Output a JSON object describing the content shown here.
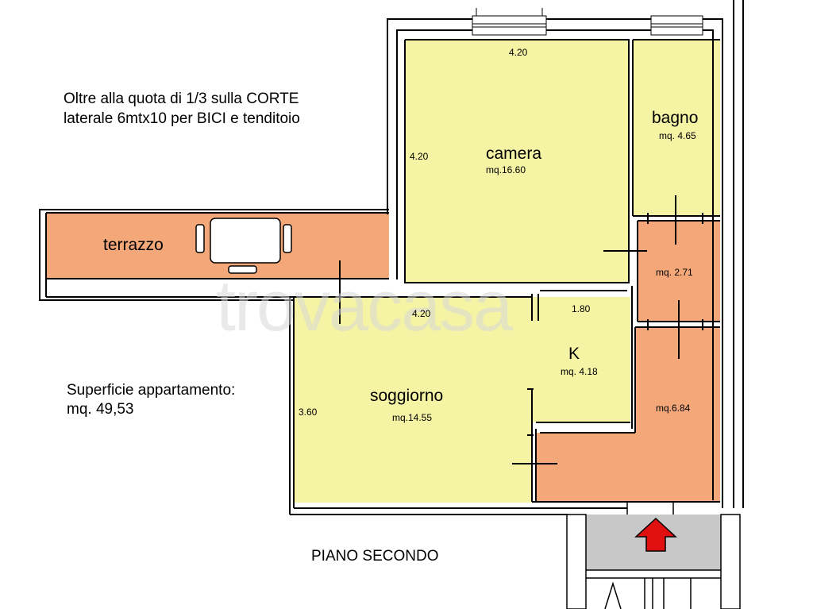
{
  "notes": {
    "corte_line1": "Oltre alla quota di 1/3 sulla CORTE",
    "corte_line2": "laterale 6mtx10 per BICI e tenditoio",
    "surface_line1": "Superficie appartamento:",
    "surface_line2": "mq. 49,53",
    "floor_label": "PIANO  SECONDO"
  },
  "rooms": {
    "camera": {
      "name": "camera",
      "area": "mq.16.60"
    },
    "bagno": {
      "name": "bagno",
      "area": "mq. 4.65"
    },
    "disimpegno": {
      "area": "mq. 2.71"
    },
    "ingresso": {
      "area": "mq.6.84"
    },
    "soggiorno": {
      "name": "soggiorno",
      "area": "mq.14.55"
    },
    "cucina": {
      "name": "K",
      "area": "mq. 4.18"
    },
    "terrazzo": {
      "name": "terrazzo"
    }
  },
  "dimensions": {
    "camera_width": "4.20",
    "camera_depth": "4.20",
    "soggiorno_width": "4.20",
    "soggiorno_depth": "3.60",
    "kitchen_width": "1.80"
  },
  "watermark": "trovacasa",
  "colors": {
    "room_yellow": "#f5f3a4",
    "room_orange": "#f4a87a",
    "stair_gray": "#c8c8c8",
    "entry_arrow": "#e01010",
    "wall": "#000000"
  },
  "icons": {
    "entry": "entry-arrow-icon",
    "table": "table-icon",
    "door": "door-icon",
    "stairs": "stairs-icon"
  }
}
